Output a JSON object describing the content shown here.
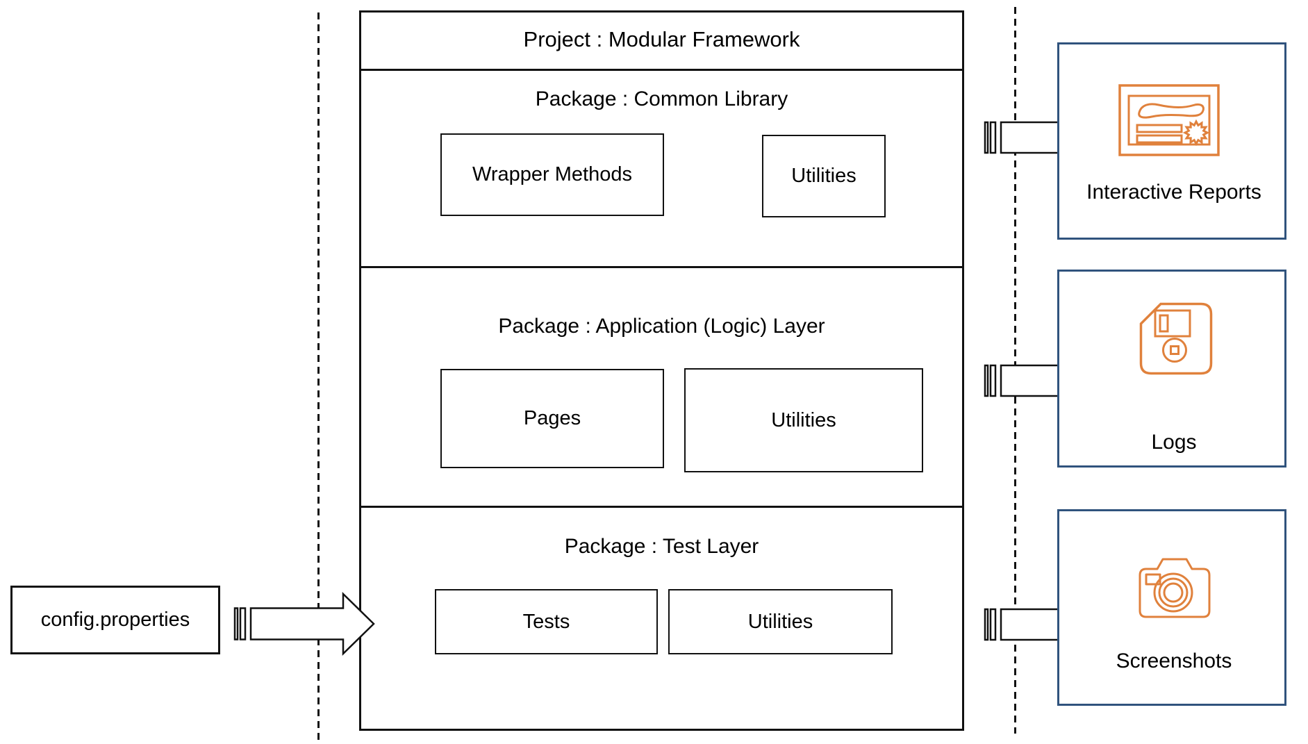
{
  "project": {
    "title": "Project : Modular Framework",
    "packages": [
      {
        "title": "Package : Common Library",
        "modules": [
          {
            "label": "Wrapper Methods"
          },
          {
            "label": "Utilities"
          }
        ]
      },
      {
        "title": "Package : Application (Logic) Layer",
        "modules": [
          {
            "label": "Pages"
          },
          {
            "label": "Utilities"
          }
        ]
      },
      {
        "title": "Package : Test Layer",
        "modules": [
          {
            "label": "Tests"
          },
          {
            "label": "Utilities"
          }
        ]
      }
    ]
  },
  "input": {
    "label": "config.properties"
  },
  "outputs": [
    {
      "label": "Interactive Reports",
      "icon": "report-certificate-icon"
    },
    {
      "label": "Logs",
      "icon": "floppy-disk-icon"
    },
    {
      "label": "Screenshots",
      "icon": "camera-icon"
    }
  ],
  "colors": {
    "icon_orange": "#E0813C",
    "output_box_border": "#30537D",
    "diagram_line": "#111111"
  }
}
